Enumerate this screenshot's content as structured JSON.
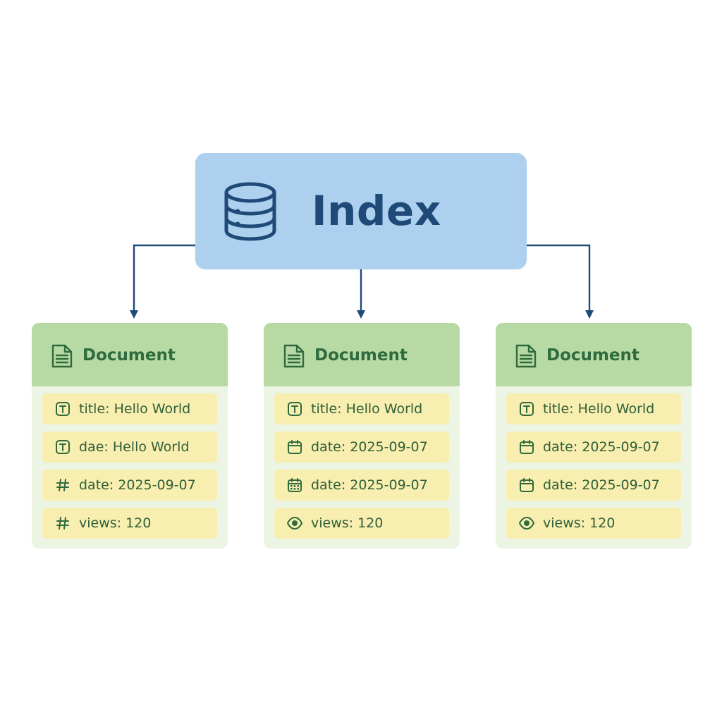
{
  "index": {
    "title": "Index",
    "icon": "database-icon"
  },
  "documents": [
    {
      "title": "Document",
      "icon": "document-icon",
      "fields": [
        {
          "icon": "text-type-icon",
          "text": "title: Hello World"
        },
        {
          "icon": "text-type-icon",
          "text": "dae: Hello World"
        },
        {
          "icon": "hash-icon",
          "text": "date: 2025-09-07"
        },
        {
          "icon": "hash-icon",
          "text": "views: 120"
        }
      ]
    },
    {
      "title": "Document",
      "icon": "document-icon",
      "fields": [
        {
          "icon": "text-type-icon",
          "text": "title: Hello World"
        },
        {
          "icon": "calendar-icon",
          "text": "date: 2025-09-07"
        },
        {
          "icon": "calendar-grid-icon",
          "text": "date: 2025-09-07"
        },
        {
          "icon": "eye-icon",
          "text": "views: 120"
        }
      ]
    },
    {
      "title": "Document",
      "icon": "document-icon",
      "fields": [
        {
          "icon": "text-type-icon",
          "text": "title: Hello World"
        },
        {
          "icon": "calendar-icon",
          "text": "date: 2025-09-07"
        },
        {
          "icon": "calendar-icon",
          "text": "date: 2025-09-07"
        },
        {
          "icon": "eye-icon",
          "text": "views: 120"
        }
      ]
    }
  ],
  "colors": {
    "index_fill": "#aed0ef",
    "index_text": "#1f4a78",
    "connector": "#1f4a78",
    "doc_header": "#b7d9a3",
    "doc_body": "#ecf4e4",
    "field_fill": "#f8eeaf",
    "doc_text": "#2f6b3f"
  }
}
